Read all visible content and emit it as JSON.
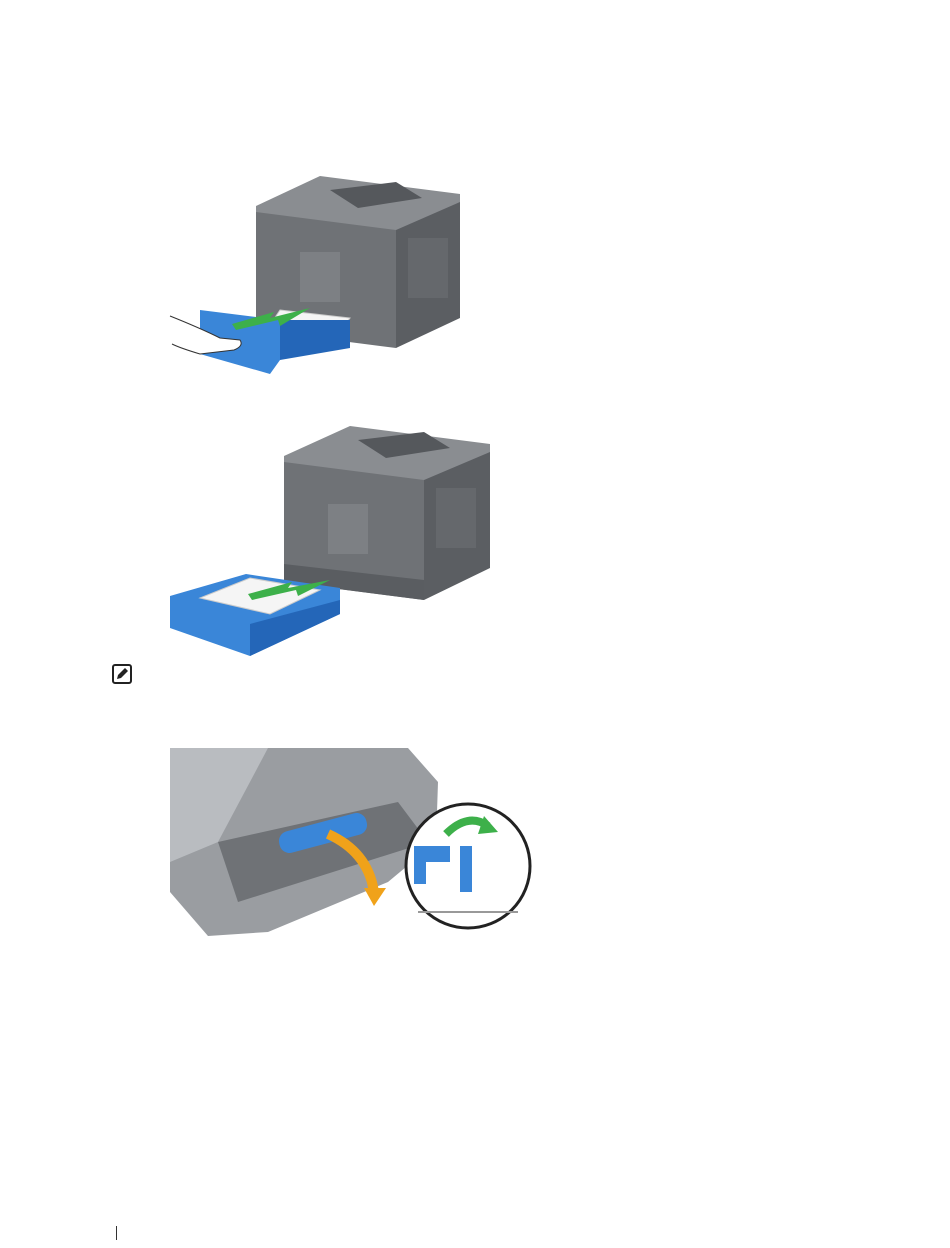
{
  "page": {
    "figures": [
      {
        "id": "fig1",
        "icon": "printer-tray-partial-pull-illustration"
      },
      {
        "id": "fig2",
        "icon": "printer-tray-removed-illustration"
      },
      {
        "id": "fig3",
        "icon": "feed-roller-cover-illustration"
      }
    ],
    "note_icon": "note-pencil-icon",
    "colors": {
      "printer_body": "#6b6e72",
      "printer_dark": "#4a4d51",
      "printer_light": "#8a8d91",
      "tray_blue": "#3a86d8",
      "tray_blue_dark": "#2466b8",
      "arrow_green": "#3db04a",
      "arrow_orange": "#f0a21a"
    }
  }
}
